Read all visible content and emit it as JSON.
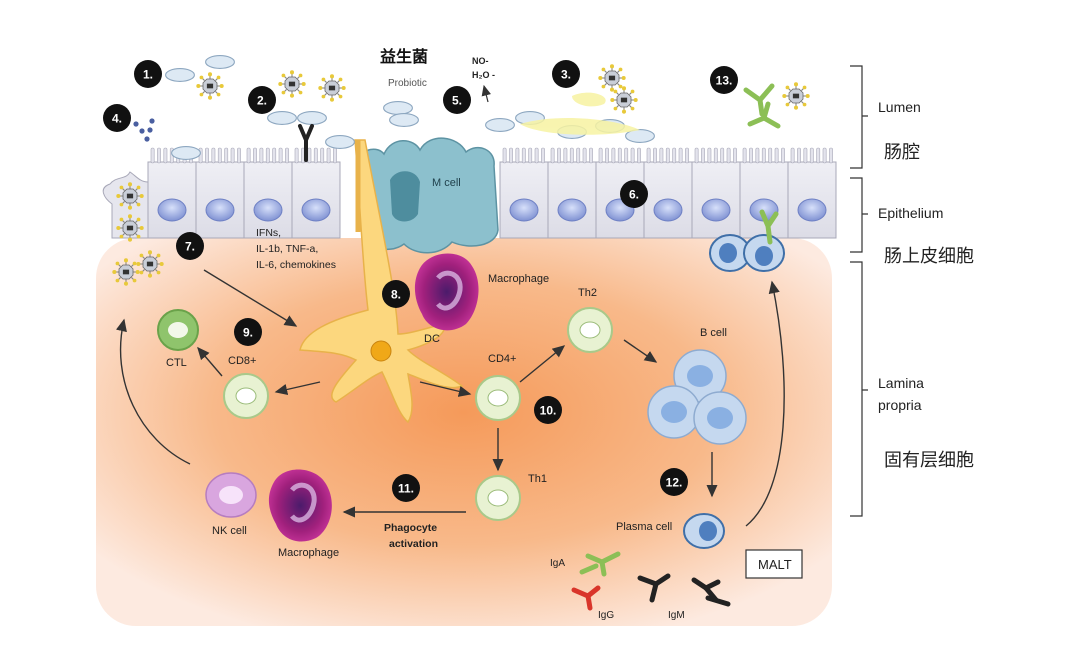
{
  "title": "益生菌",
  "probiotic_label": "Probiotic",
  "no_label": "NO-",
  "h2o_label": "H₂O -",
  "step_numbers": [
    "1.",
    "2.",
    "3.",
    "4.",
    "5.",
    "6.",
    "7.",
    "8.",
    "9.",
    "10.",
    "11.",
    "12.",
    "13."
  ],
  "cells": {
    "m_cell": "M cell",
    "macrophage_top": "Macrophage",
    "dc": "DC",
    "th2": "Th2",
    "b_cell": "B cell",
    "cd4": "CD4+",
    "cd8": "CD8+",
    "ctl": "CTL",
    "th1": "Th1",
    "nk_cell": "NK cell",
    "macrophage_bottom": "Macrophage",
    "plasma_cell": "Plasma cell"
  },
  "cytokines": [
    "IFNs,",
    "IL-1b, TNF-a,",
    "IL-6, chemokines"
  ],
  "phagocyte": [
    "Phagocyte",
    "activation"
  ],
  "antibodies": {
    "iga": "IgA",
    "igg": "IgG",
    "igm": "IgM"
  },
  "malt": "MALT",
  "regions": [
    {
      "en": "Lumen",
      "zh": "肠腔"
    },
    {
      "en": "Epithelium",
      "zh": "肠上皮细胞"
    },
    {
      "en": [
        "Lamina",
        "propria"
      ],
      "zh": "固有层细胞"
    }
  ],
  "colors": {
    "lamina_center": "#f7a66a",
    "lamina_edge": "#fde8da",
    "epithelium": "#e6e6ee",
    "nucleus": "#9aa8dc",
    "m_cell": "#7fb6c4",
    "dendritic": "#fcd87a",
    "macrophage": "#a0207c",
    "t_cell": "#e8f2d2",
    "b_cell": "#c5d8ef",
    "ctl": "#8fc46c",
    "nk": "#d9a6df",
    "iga": "#8cbf56",
    "igg": "#d9352a",
    "igm": "#222222"
  }
}
